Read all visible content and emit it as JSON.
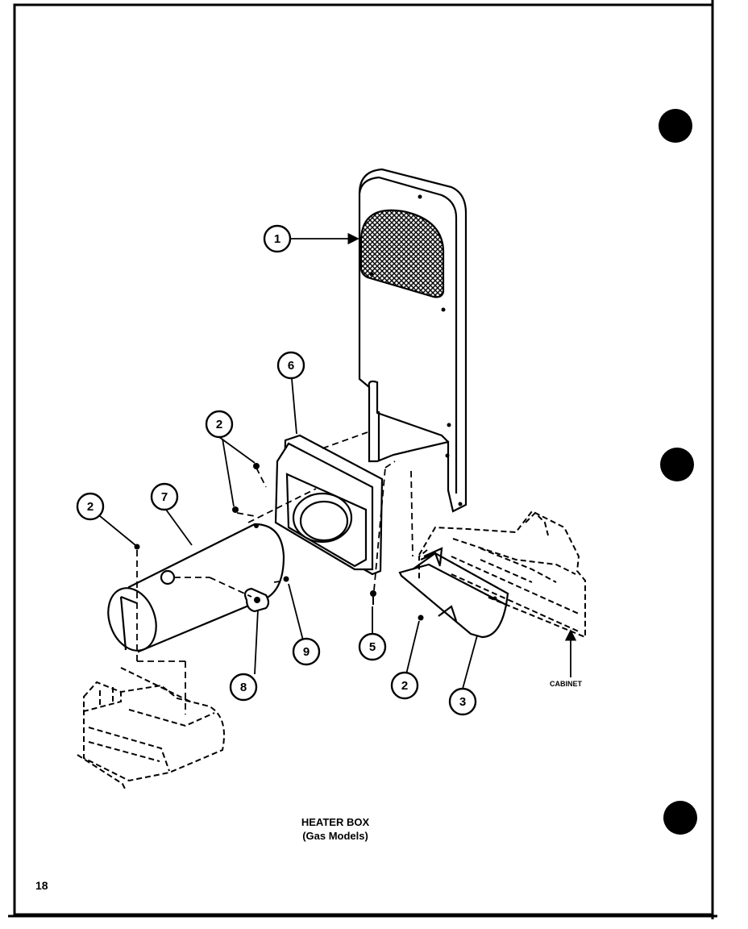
{
  "title": {
    "line1": "HEATER BOX",
    "line2": "(Gas Models)"
  },
  "labels": {
    "cabinet": "CABINET"
  },
  "page_number": "18",
  "callouts": {
    "c1": "1",
    "c2a": "2",
    "c2b": "2",
    "c2c": "2",
    "c3": "3",
    "c5": "5",
    "c6": "6",
    "c7": "7",
    "c8": "8",
    "c9": "9"
  },
  "colors": {
    "ink": "#000000",
    "paper": "#ffffff"
  }
}
